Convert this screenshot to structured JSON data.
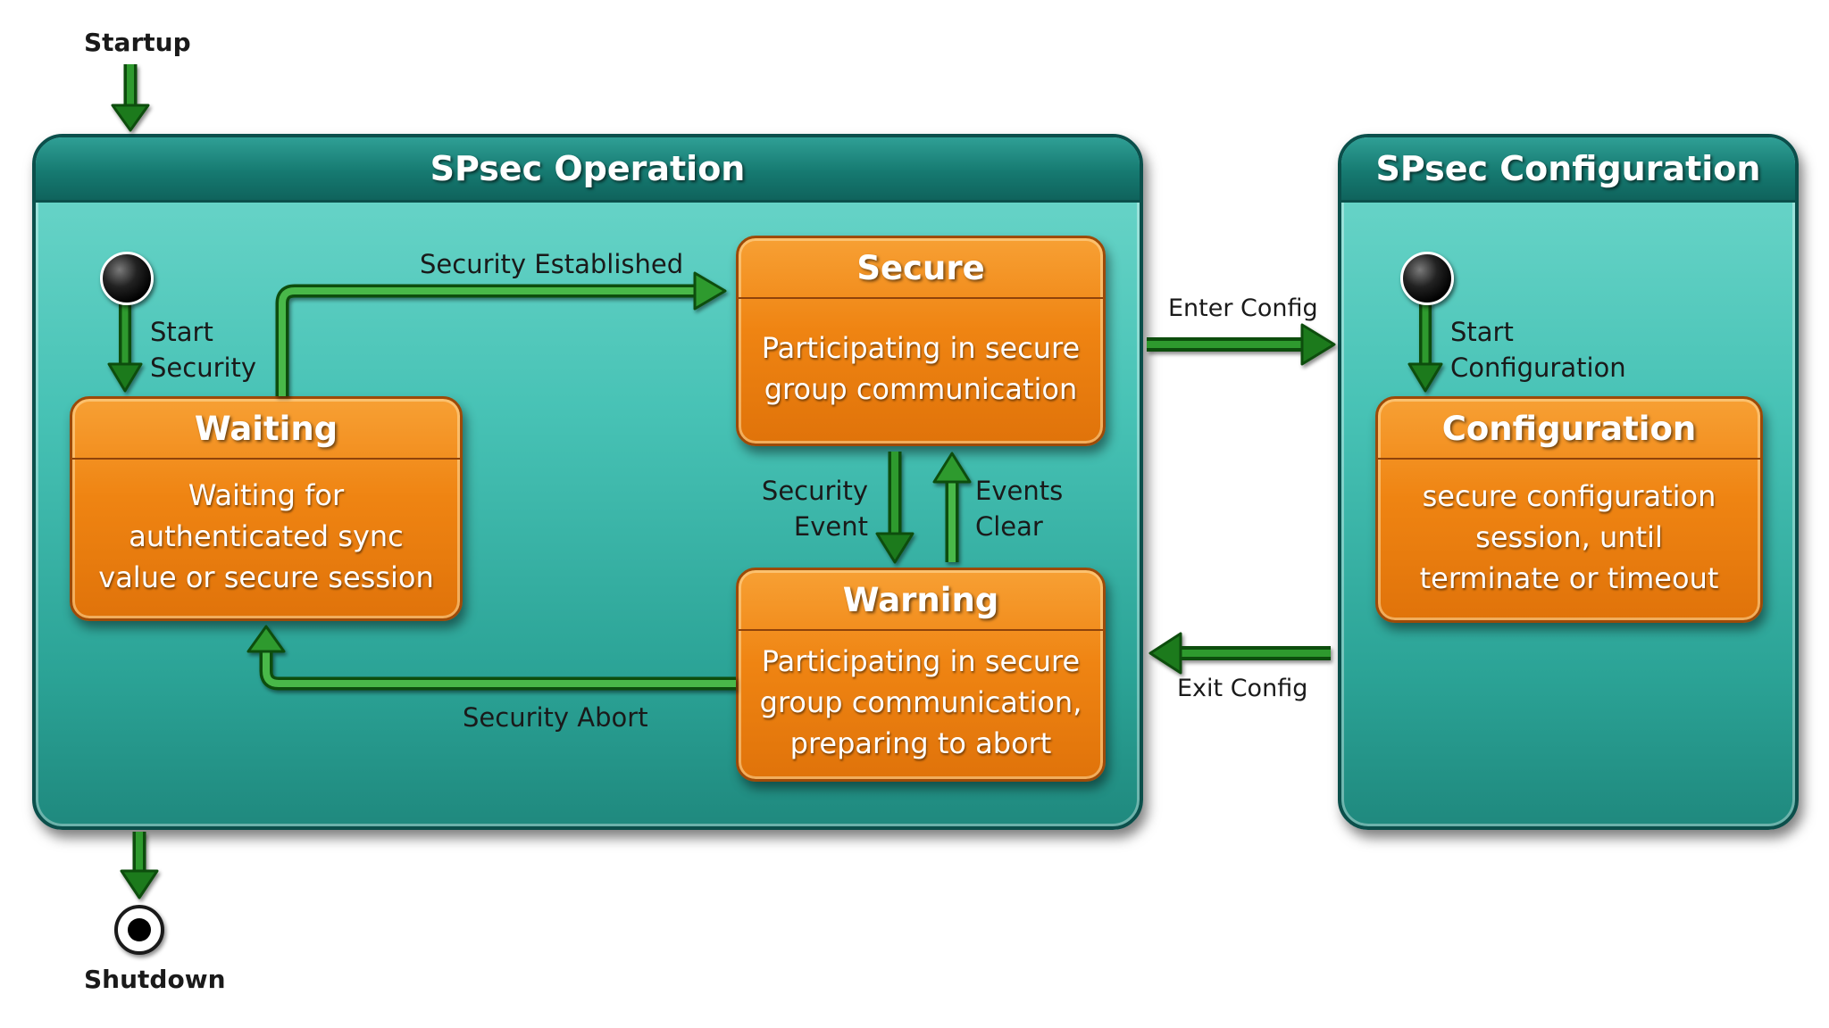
{
  "external": {
    "startup_label": "Startup",
    "shutdown_label": "Shutdown"
  },
  "operation": {
    "title": "SPsec Operation",
    "start_label": "Start\nSecurity",
    "states": {
      "waiting": {
        "title": "Waiting",
        "body": "Waiting for\nauthenticated sync\nvalue or secure session"
      },
      "secure": {
        "title": "Secure",
        "body": "Participating in secure\ngroup communication"
      },
      "warning": {
        "title": "Warning",
        "body": "Participating in secure\ngroup communication,\npreparing to abort"
      }
    },
    "transitions": {
      "security_established": "Security Established",
      "security_event": "Security\nEvent",
      "events_clear": "Events\nClear",
      "security_abort": "Security Abort"
    }
  },
  "configuration": {
    "title": "SPsec Configuration",
    "start_label": "Start\nConfiguration",
    "state": {
      "title": "Configuration",
      "body": "secure configuration\nsession, until\nterminate or timeout"
    }
  },
  "transitions": {
    "enter_config": "Enter Config",
    "exit_config": "Exit Config"
  },
  "colors": {
    "arrow": "#1f7a1f",
    "state_fill": "#ef8412",
    "composite_fill": "#47c2b5",
    "composite_header": "#167a71"
  }
}
